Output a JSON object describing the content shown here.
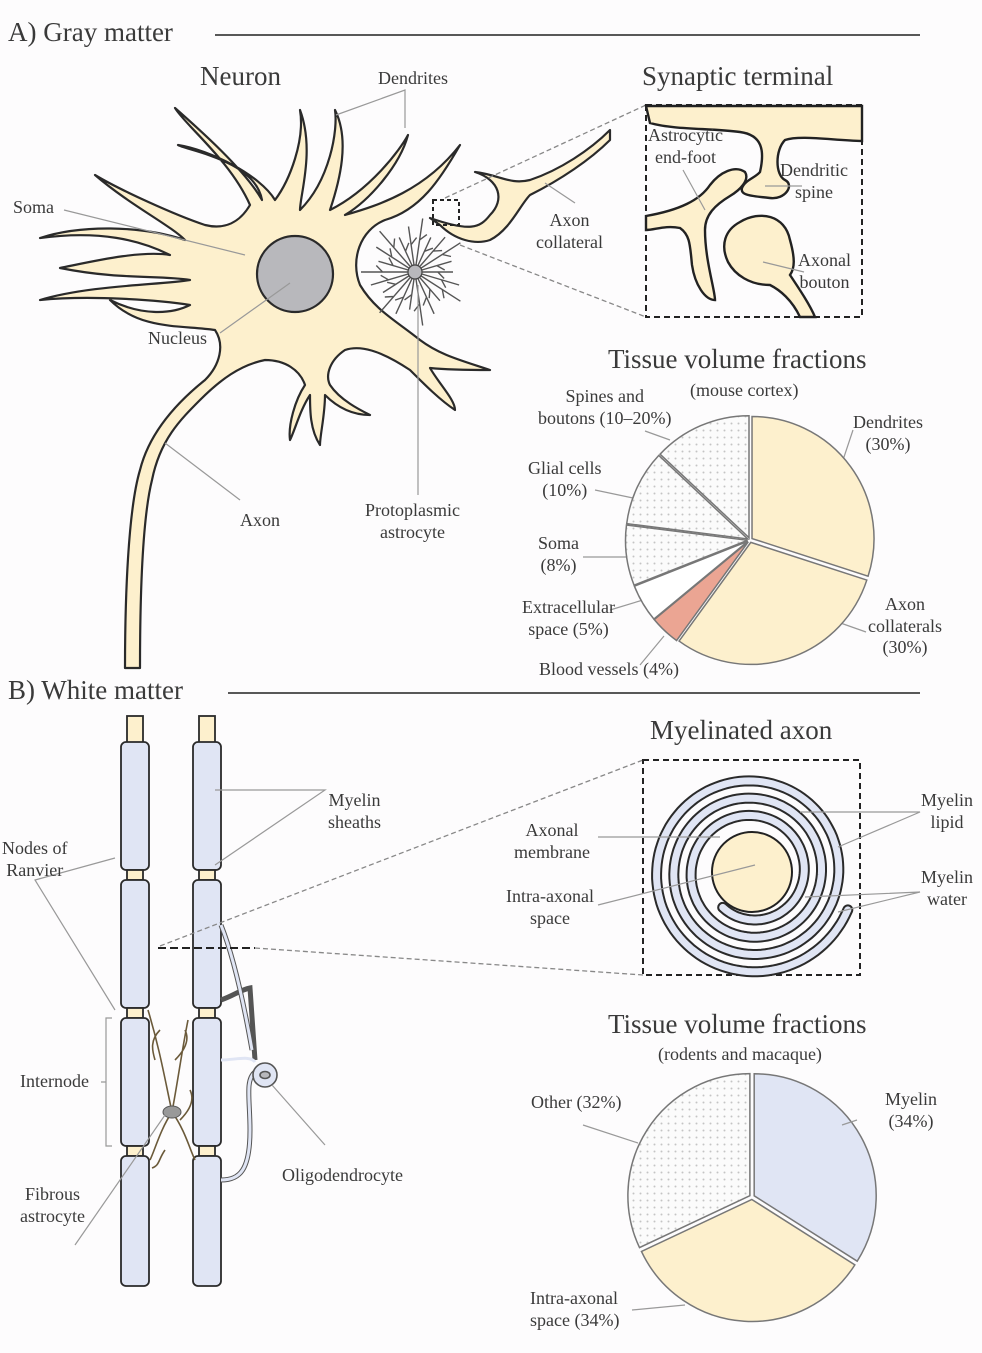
{
  "sections": {
    "gray": "A) Gray matter",
    "white": "B) White matter"
  },
  "gray_matter": {
    "neuron_title": "Neuron",
    "synapse_title": "Synaptic terminal",
    "labels": {
      "dendrites": "Dendrites",
      "soma": "Soma",
      "nucleus": "Nucleus",
      "axon": "Axon",
      "protoplasmic_astrocyte": [
        "Protoplasmic",
        "astrocyte"
      ],
      "axon_collateral": [
        "Axon",
        "collateral"
      ],
      "astrocytic_end_foot": [
        "Astrocytic",
        "end-foot"
      ],
      "dendritic_spine": [
        "Dendritic",
        "spine"
      ],
      "axonal_bouton": [
        "Axonal",
        "bouton"
      ]
    }
  },
  "white_matter": {
    "myelinated_title": "Myelinated axon",
    "labels": {
      "myelin_sheaths": [
        "Myelin",
        "sheaths"
      ],
      "nodes_of_ranvier": [
        "Nodes of",
        "Ranvier"
      ],
      "internode": "Internode",
      "fibrous_astrocyte": [
        "Fibrous",
        "astrocyte"
      ],
      "oligodendrocyte": "Oligodendrocyte",
      "axonal_membrane": [
        "Axonal",
        "membrane"
      ],
      "intra_axonal_space": [
        "Intra-axonal",
        "space"
      ],
      "myelin_lipid": [
        "Myelin",
        "lipid"
      ],
      "myelin_water": [
        "Myelin",
        "water"
      ]
    }
  },
  "colors": {
    "cell": "#fdf0cd",
    "myelin": "#e0e5f4",
    "nucleus": "#b8b8bc",
    "blood": "#eba593",
    "outline": "#2a2a2a"
  },
  "chart_data": [
    {
      "type": "pie",
      "title": "Tissue volume fractions",
      "subtitle": "(mouse cortex)",
      "start": "top",
      "direction": "clockwise",
      "slices": [
        {
          "name": "Dendrites",
          "label": [
            "Dendrites",
            "(30%)"
          ],
          "value": 30,
          "fill": "cell"
        },
        {
          "name": "Axon collaterals",
          "label": [
            "Axon",
            "collaterals",
            "(30%)"
          ],
          "value": 30,
          "fill": "cell"
        },
        {
          "name": "Blood vessels",
          "label": [
            "Blood vessels (4%)"
          ],
          "value": 4,
          "fill": "blood"
        },
        {
          "name": "Extracellular space",
          "label": [
            "Extracellular",
            "space (5%)"
          ],
          "value": 5,
          "fill": "white"
        },
        {
          "name": "Soma",
          "label": [
            "Soma",
            "(8%)"
          ],
          "value": 8,
          "fill": "dots"
        },
        {
          "name": "Glial cells",
          "label": [
            "Glial cells",
            "(10%)"
          ],
          "value": 10,
          "fill": "dots"
        },
        {
          "name": "Spines and boutons",
          "label": [
            "Spines and",
            "boutons (10–20%)"
          ],
          "value": 13,
          "fill": "dots"
        }
      ]
    },
    {
      "type": "pie",
      "title": "Tissue volume fractions",
      "subtitle": "(rodents and macaque)",
      "start": "top",
      "direction": "clockwise",
      "slices": [
        {
          "name": "Myelin",
          "label": [
            "Myelin",
            "(34%)"
          ],
          "value": 34,
          "fill": "myelin"
        },
        {
          "name": "Intra-axonal space",
          "label": [
            "Intra-axonal",
            "space (34%)"
          ],
          "value": 34,
          "fill": "cell"
        },
        {
          "name": "Other",
          "label": [
            "Other (32%)"
          ],
          "value": 32,
          "fill": "dots"
        }
      ]
    }
  ]
}
